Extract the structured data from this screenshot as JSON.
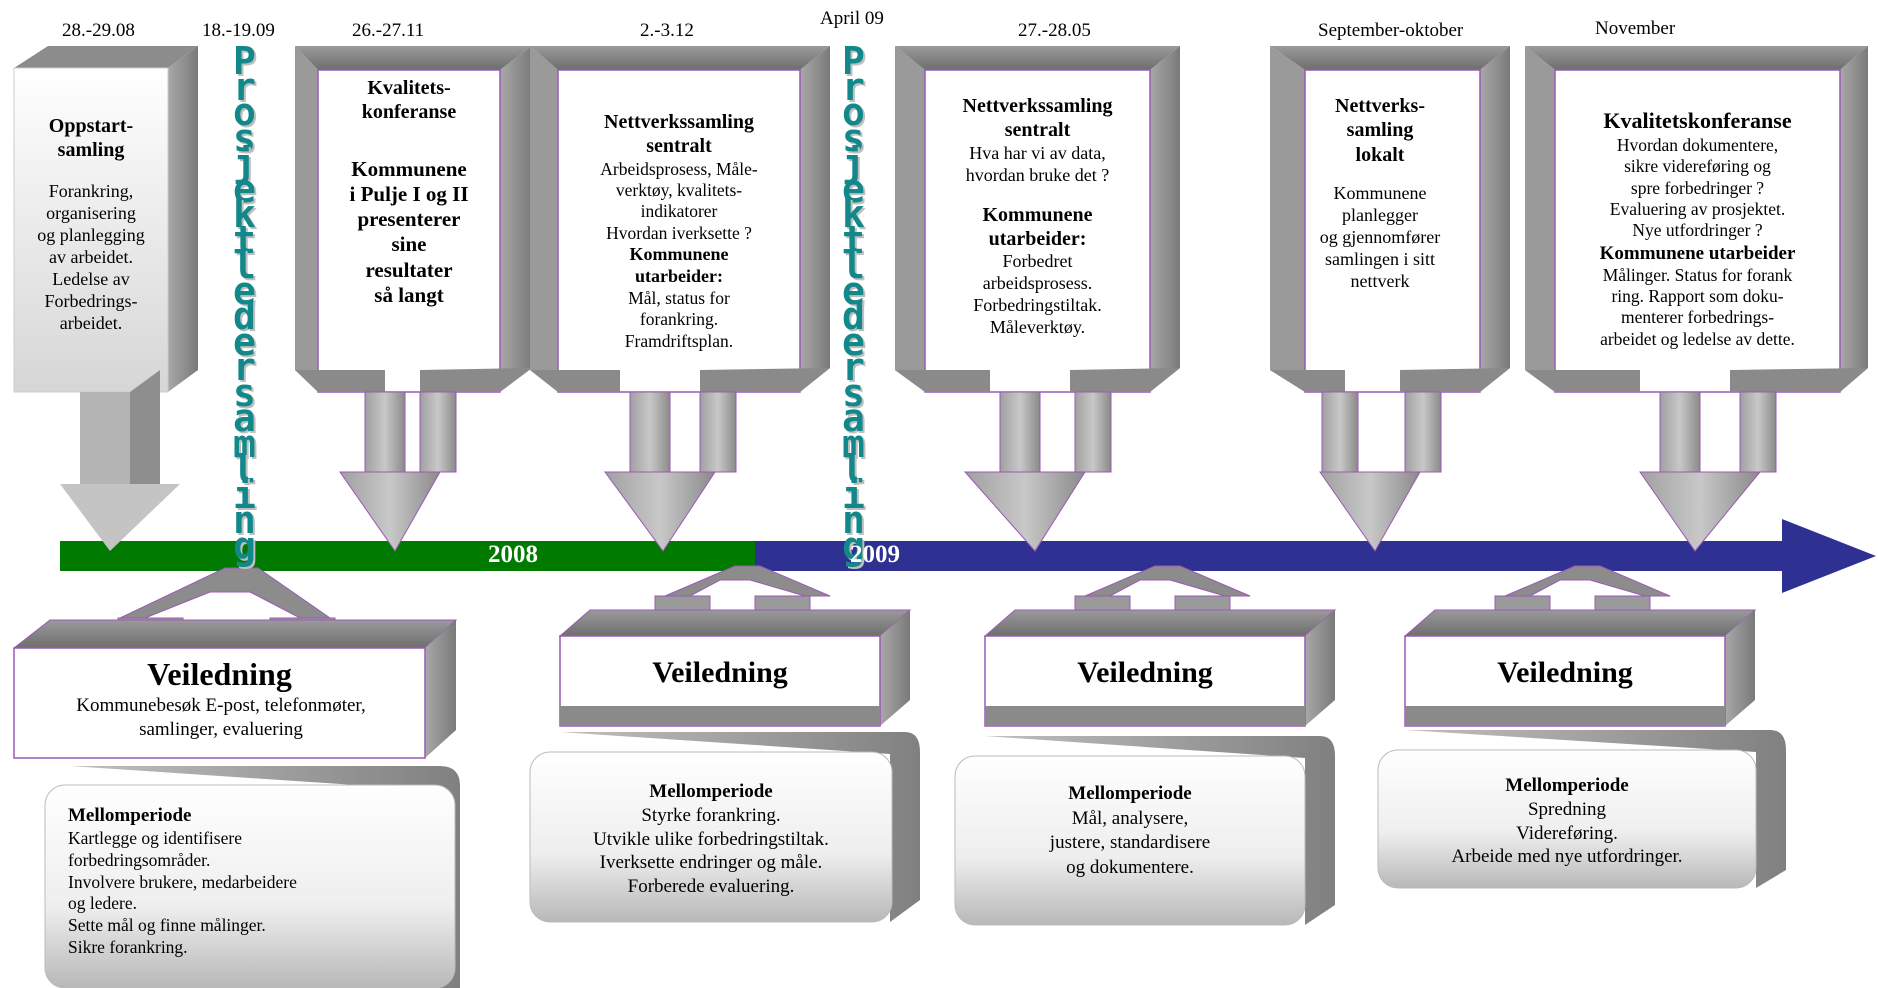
{
  "dates": [
    "28.-29.08",
    "18.-19.09",
    "26.-27.11",
    "2.-3.12",
    "April 09",
    "27.-28.05",
    "September-oktober",
    "November"
  ],
  "prosjektleder_label": "Prosjektledersamling",
  "years": [
    "2008",
    "2009"
  ],
  "colors": {
    "year_2008": "#007a00",
    "year_2009": "#2e3192",
    "vertical_text": "#12888a",
    "frame_grey": "#808080",
    "frame_outline": "#9b59b6"
  },
  "events": [
    {
      "title": "Oppstart-\nsamling",
      "body": "Forankring,\norganisering\nog planlegging\nav arbeidet.\nLedelse av\nForbedrings-\narbeidet."
    },
    {
      "title": "Kvalitets-\nkonferanse",
      "body": "Kommunene\ni Pulje I og II\npresenterer\nsine\nresultater\nså langt"
    },
    {
      "title": "Nettverkssamling\nsentralt",
      "body": "Arbeidsprosess, Måle-\nverktøy, kvalitets-\nindikatorer\nHvordan iverksette ?",
      "sub_title": "Kommunene\nutarbeider:",
      "sub_body": "Mål, status for\nforankring.\nFramdriftsplan."
    },
    {
      "title": "Nettverkssamling\nsentralt",
      "body": "Hva har vi av data,\nhvordan bruke det ?",
      "sub_title": "Kommunene\nutarbeider:",
      "sub_body": "Forbedret\narbeidsprosess.\nForbedringstiltak.\nMåleverktøy."
    },
    {
      "title": "Nettverks-\nsamling\nlokalt",
      "body": "Kommunene\nplanlegger\nog gjennomfører\nsamlingen i sitt\nnettverk"
    },
    {
      "title": "Kvalitetskonferanse",
      "body": "Hvordan dokumentere,\nsikre videreføring og\nspre forbedringer ?\nEvaluering av prosjektet.\nNye utfordringer ?",
      "sub_title": "Kommunene utarbeider",
      "sub_body": "Målinger. Status for forank\nring. Rapport som doku-\nmenterer forbedrings-\narbeidet og ledelse av dette."
    }
  ],
  "guidance": [
    {
      "title": "Veiledning",
      "body": "Kommunebesøk E-post, telefonmøter,\nsamlinger, evaluering"
    },
    {
      "title": "Veiledning",
      "body": ""
    },
    {
      "title": "Veiledning",
      "body": ""
    },
    {
      "title": "Veiledning",
      "body": ""
    }
  ],
  "periods": [
    {
      "title": "Mellomperiode",
      "body": "Kartlegge og identifisere\nforbedringsområder.\nInvolvere brukere, medarbeidere\nog ledere.\nSette mål og finne målinger.\nSikre forankring."
    },
    {
      "title": "Mellomperiode",
      "body": "Styrke forankring.\nUtvikle ulike forbedringstiltak.\nIverksette endringer og måle.\nForberede evaluering."
    },
    {
      "title": "Mellomperiode",
      "body": "Mål, analysere,\njustere, standardisere\nog dokumentere."
    },
    {
      "title": "Mellomperiode",
      "body": "Spredning\nVidereføring.\nArbeide med nye utfordringer."
    }
  ]
}
